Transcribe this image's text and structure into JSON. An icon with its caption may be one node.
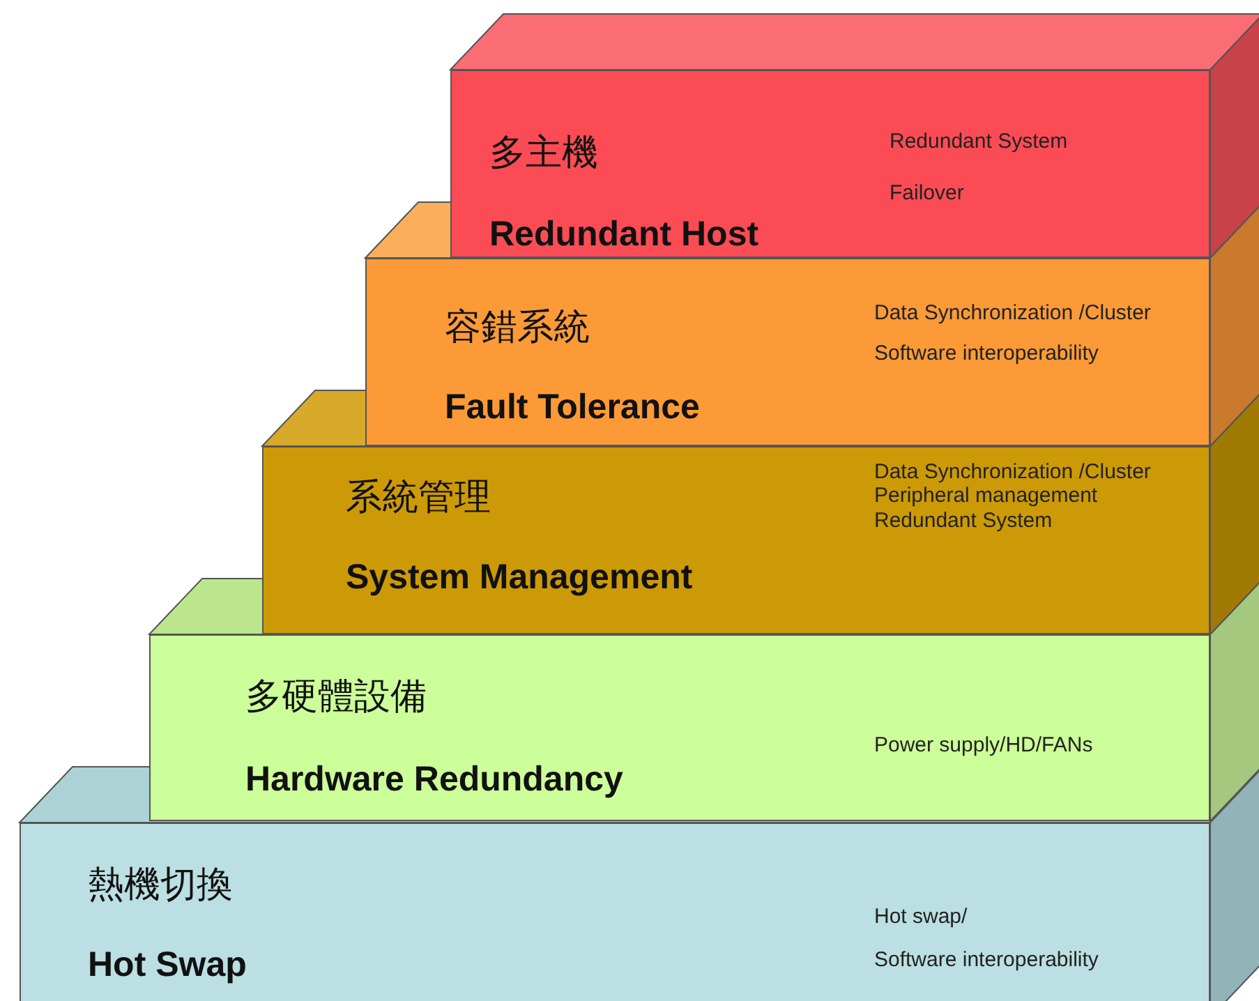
{
  "diagram": {
    "nodes": [
      {
        "text": [
          "多主機",
          "Redundant Host",
          "Redundant System",
          "Failover"
        ]
      },
      {
        "text": [
          "容錯系統",
          "Fault Tolerance",
          "Data Synchronization /Cluster",
          "Software interoperability"
        ]
      },
      {
        "text": [
          "系統管理",
          "System Management",
          "Data Synchronization /Cluster",
          "Peripheral management",
          "Redundant System"
        ]
      },
      {
        "text": [
          "多硬體設備",
          "Hardware Redundancy",
          "Power supply/HD/FANs"
        ]
      },
      {
        "text": [
          "熱機切換",
          "Hot Swap",
          "Hot swap/",
          "Software interoperability"
        ]
      }
    ]
  }
}
